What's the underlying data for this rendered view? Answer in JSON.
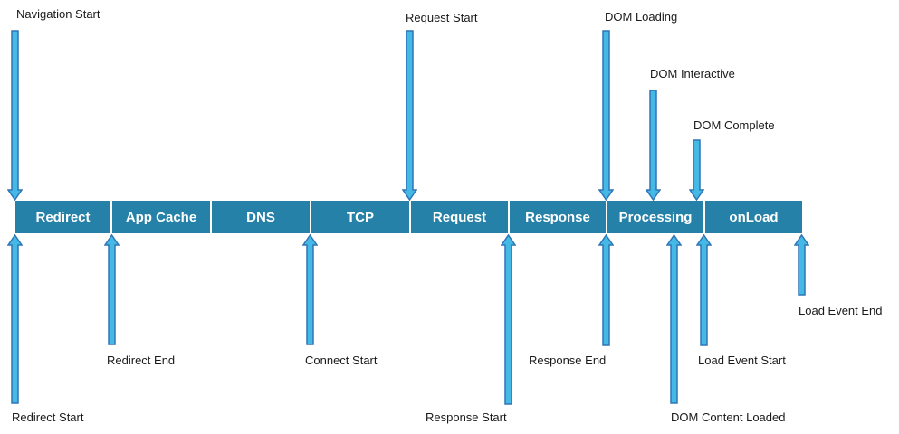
{
  "diagram_type": "timeline",
  "colors": {
    "bar_fill": "#2581A8",
    "bar_divider": "#FFFFFF",
    "arrow_fill": "#45B9E6",
    "arrow_stroke": "#2E75B6",
    "segment_text": "#FFFFFF",
    "label_text": "#1A1A1A",
    "background": "#FFFFFF"
  },
  "bar": {
    "segments": [
      "Redirect",
      "App Cache",
      "DNS",
      "TCP",
      "Request",
      "Response",
      "Processing",
      "onLoad"
    ]
  },
  "events": {
    "top": [
      {
        "label": "Navigation Start",
        "anchor": "start of Redirect"
      },
      {
        "label": "Request Start",
        "anchor": "start of Request"
      },
      {
        "label": "DOM Loading",
        "anchor": "start of Processing"
      },
      {
        "label": "DOM Interactive",
        "anchor": "within Processing"
      },
      {
        "label": "DOM Complete",
        "anchor": "end of Processing"
      }
    ],
    "bottom": [
      {
        "label": "Redirect Start",
        "anchor": "start of Redirect"
      },
      {
        "label": "Redirect End",
        "anchor": "end of Redirect"
      },
      {
        "label": "Connect Start",
        "anchor": "start of TCP"
      },
      {
        "label": "Response Start",
        "anchor": "start of Response"
      },
      {
        "label": "Response End",
        "anchor": "end of Response"
      },
      {
        "label": "DOM Content Loaded",
        "anchor": "within Processing"
      },
      {
        "label": "Load Event Start",
        "anchor": "start of onLoad"
      },
      {
        "label": "Load Event End",
        "anchor": "end of onLoad"
      }
    ]
  }
}
